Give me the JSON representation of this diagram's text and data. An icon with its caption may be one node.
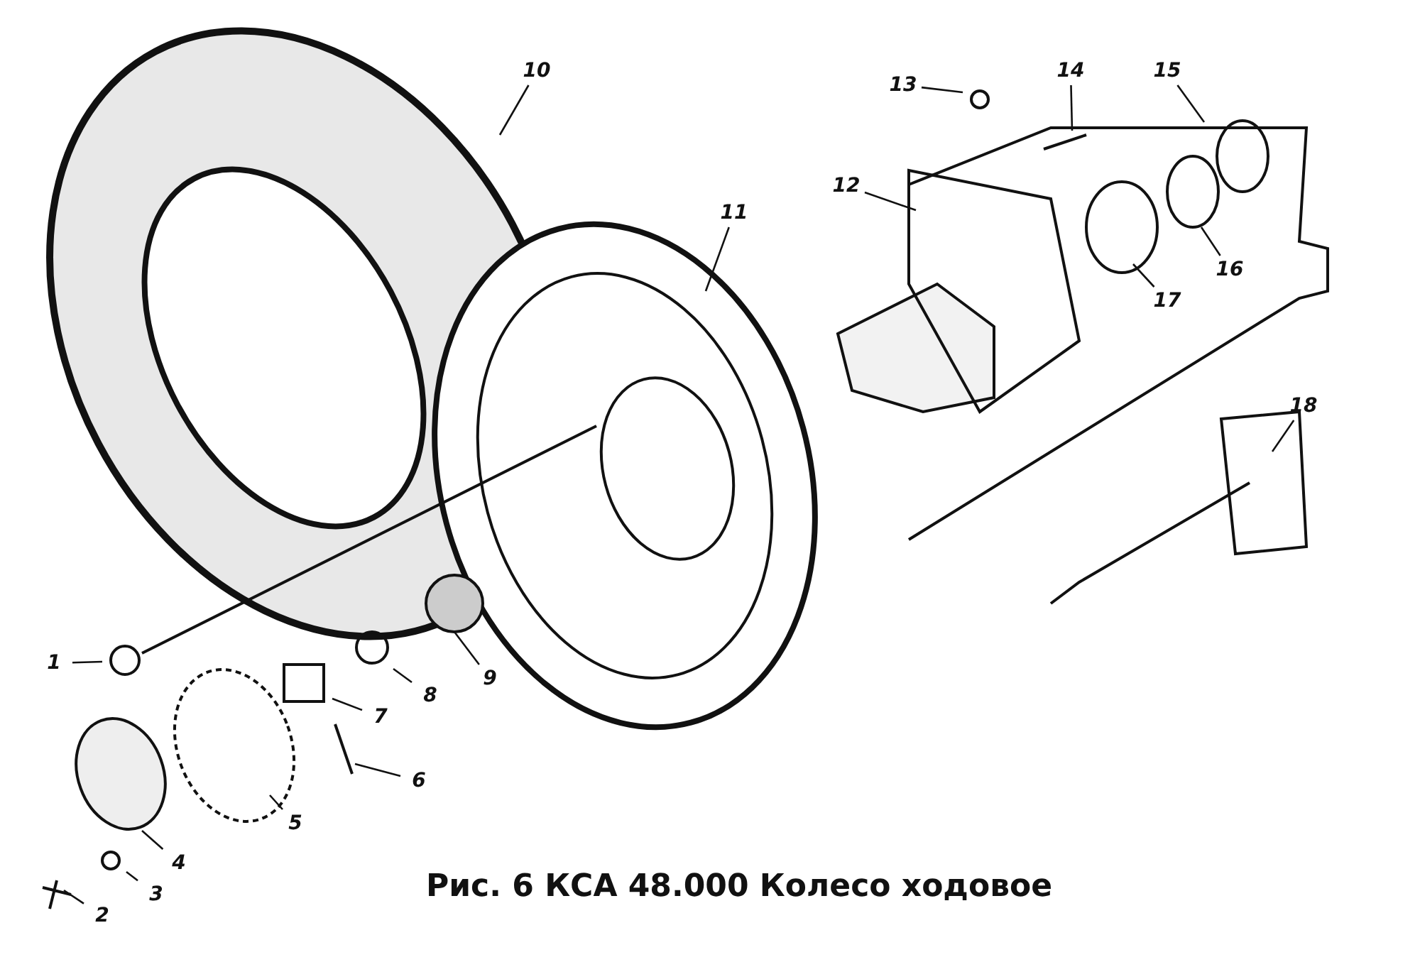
{
  "diagram": {
    "caption": "Рис. 6 КСА 48.000 Колесо ходовое",
    "nodes": [
      {
        "text": [
          "1"
        ]
      },
      {
        "text": [
          "2"
        ]
      },
      {
        "text": [
          "3"
        ]
      },
      {
        "text": [
          "4"
        ]
      },
      {
        "text": [
          "5"
        ]
      },
      {
        "text": [
          "6"
        ]
      },
      {
        "text": [
          "7"
        ]
      },
      {
        "text": [
          "8"
        ]
      },
      {
        "text": [
          "9"
        ]
      },
      {
        "text": [
          "10"
        ]
      },
      {
        "text": [
          "11"
        ]
      },
      {
        "text": [
          "12"
        ]
      },
      {
        "text": [
          "13"
        ]
      },
      {
        "text": [
          "14"
        ]
      },
      {
        "text": [
          "15"
        ]
      },
      {
        "text": [
          "16"
        ]
      },
      {
        "text": [
          "17"
        ]
      },
      {
        "text": [
          "18"
        ]
      }
    ],
    "edges": [
      {
        "from": 0,
        "to": null,
        "arrow": "none"
      },
      {
        "from": 1,
        "to": null,
        "arrow": "none"
      },
      {
        "from": 2,
        "to": null,
        "arrow": "none"
      },
      {
        "from": 3,
        "to": null,
        "arrow": "none"
      },
      {
        "from": 4,
        "to": null,
        "arrow": "none"
      },
      {
        "from": 5,
        "to": null,
        "arrow": "none"
      },
      {
        "from": 6,
        "to": null,
        "arrow": "none"
      },
      {
        "from": 7,
        "to": null,
        "arrow": "none"
      },
      {
        "from": 8,
        "to": null,
        "arrow": "none"
      },
      {
        "from": 9,
        "to": null,
        "arrow": "none"
      },
      {
        "from": 10,
        "to": null,
        "arrow": "none"
      },
      {
        "from": 11,
        "to": null,
        "arrow": "none"
      },
      {
        "from": 12,
        "to": null,
        "arrow": "none"
      },
      {
        "from": 13,
        "to": null,
        "arrow": "none"
      },
      {
        "from": 14,
        "to": null,
        "arrow": "none"
      },
      {
        "from": 15,
        "to": null,
        "arrow": "none"
      },
      {
        "from": 16,
        "to": null,
        "arrow": "none"
      },
      {
        "from": 17,
        "to": null,
        "arrow": "none"
      }
    ]
  }
}
